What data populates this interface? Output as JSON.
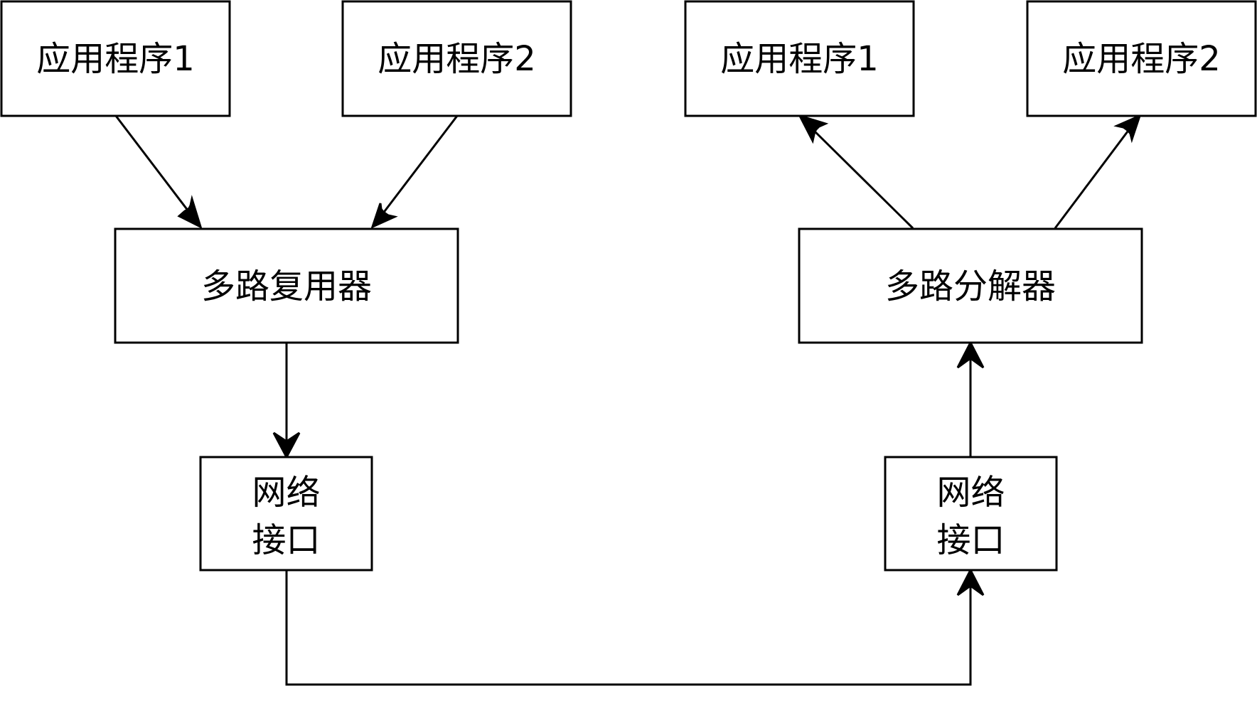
{
  "diagram": {
    "colors": {
      "stroke": "#000000",
      "fill": "#ffffff",
      "text": "#000000"
    },
    "nodes": {
      "app1_left": {
        "lines": [
          "应用程序1"
        ]
      },
      "app2_left": {
        "lines": [
          "应用程序2"
        ]
      },
      "mux": {
        "lines": [
          "多路复用器"
        ]
      },
      "netif_left": {
        "lines": [
          "网络",
          "接口"
        ]
      },
      "app1_right": {
        "lines": [
          "应用程序1"
        ]
      },
      "app2_right": {
        "lines": [
          "应用程序2"
        ]
      },
      "demux": {
        "lines": [
          "多路分解器"
        ]
      },
      "netif_right": {
        "lines": [
          "网络",
          "接口"
        ]
      }
    },
    "edges": [
      {
        "from": "app1_left",
        "to": "mux"
      },
      {
        "from": "app2_left",
        "to": "mux"
      },
      {
        "from": "mux",
        "to": "netif_left"
      },
      {
        "from": "netif_left",
        "to": "netif_right"
      },
      {
        "from": "netif_right",
        "to": "demux"
      },
      {
        "from": "demux",
        "to": "app1_right"
      },
      {
        "from": "demux",
        "to": "app2_right"
      }
    ]
  }
}
